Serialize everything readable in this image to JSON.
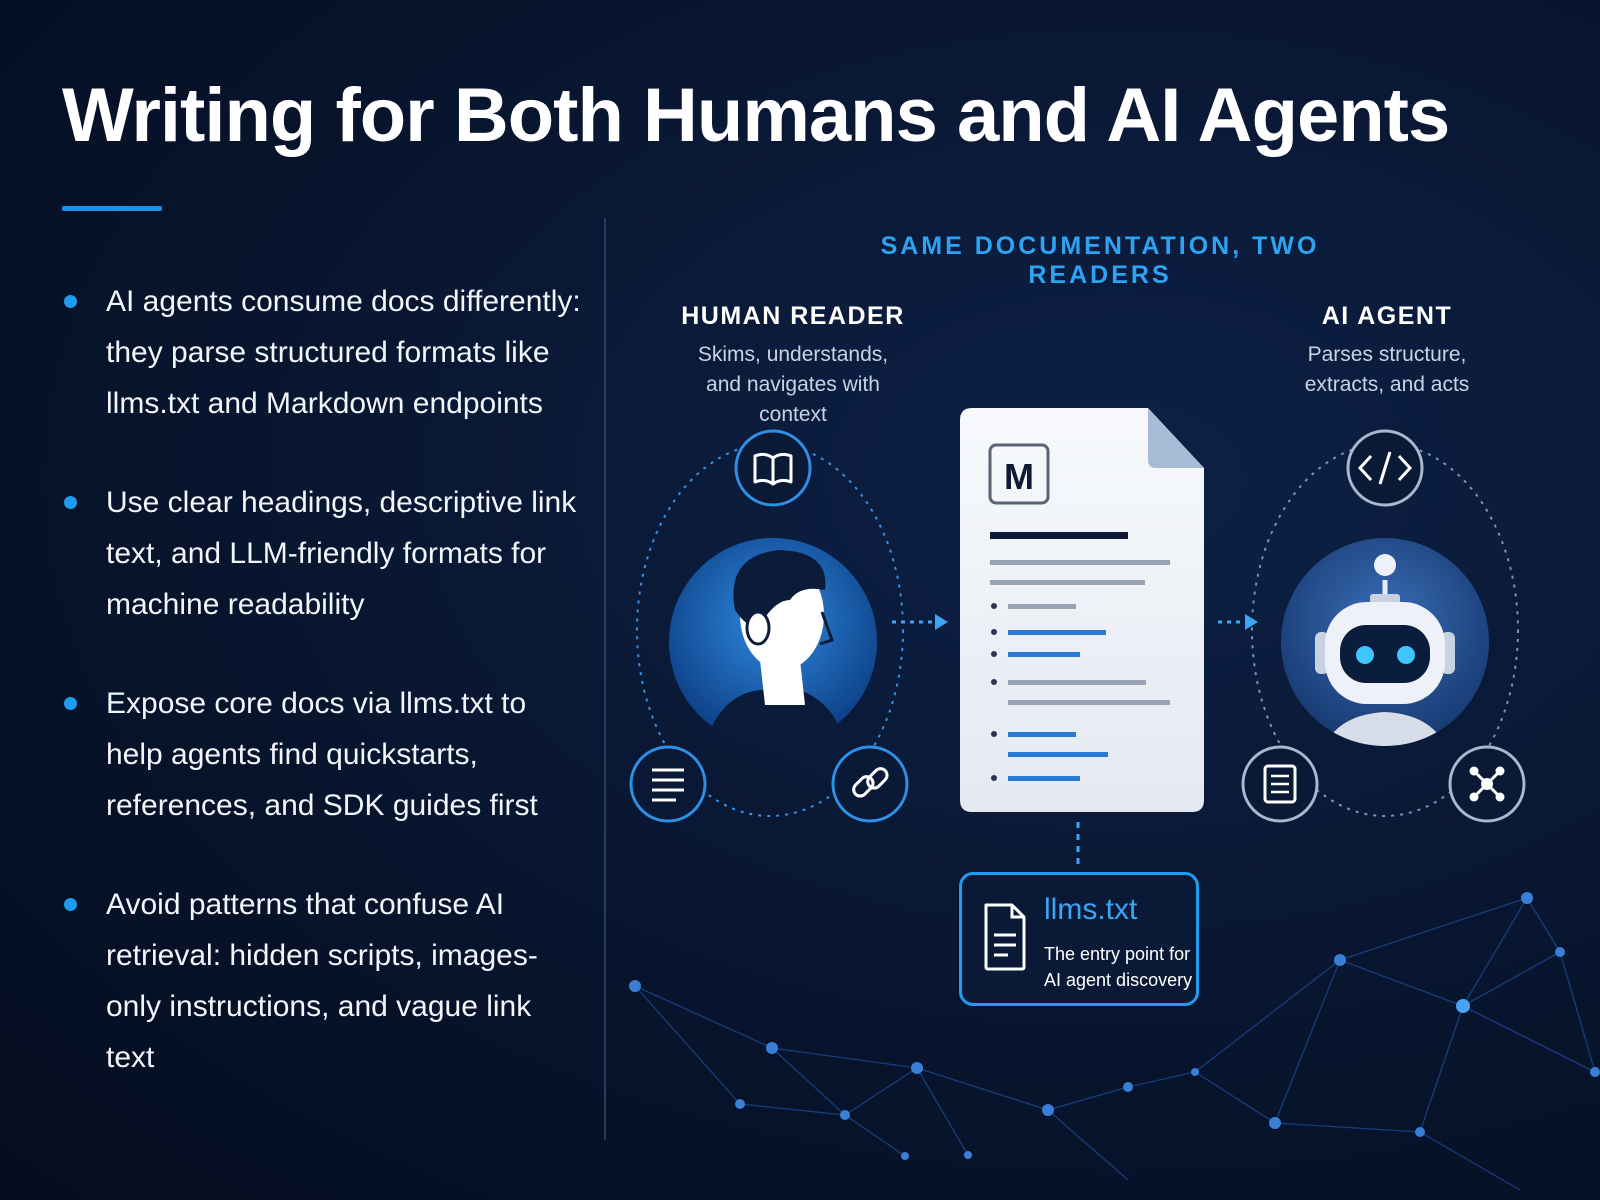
{
  "title": "Writing for Both Humans and AI Agents",
  "bullets": [
    "AI agents consume docs differently: they parse structured formats like llms.txt and Markdown endpoints",
    "Use clear headings, descriptive link text, and LLM-friendly formats for machine readability",
    "Expose core docs via llms.txt to help agents find quickstarts, references, and SDK guides first",
    "Avoid patterns that confuse AI retrieval: hidden scripts, images-only instructions, and vague link text"
  ],
  "diagram": {
    "section_title": "SAME DOCUMENTATION, TWO READERS",
    "human": {
      "title": "HUMAN READER",
      "subtitle": "Skims, understands, and navigates with context",
      "icons": [
        "book-icon",
        "person-icon",
        "list-icon",
        "link-icon"
      ]
    },
    "agent": {
      "title": "AI AGENT",
      "subtitle": "Parses structure, extracts, and acts",
      "icons": [
        "code-icon",
        "robot-icon",
        "document-list-icon",
        "network-icon"
      ]
    },
    "document": {
      "badge": "M",
      "icon": "markdown-document-icon"
    },
    "llms": {
      "title": "llms.txt",
      "description": "The entry point for AI agent discovery",
      "icon": "file-icon"
    }
  },
  "colors": {
    "background": "#07132b",
    "accent": "#1e9cf0",
    "accent_light": "#3aa6f5",
    "card": "#f1f4f9",
    "ink": "#0e1a36"
  }
}
